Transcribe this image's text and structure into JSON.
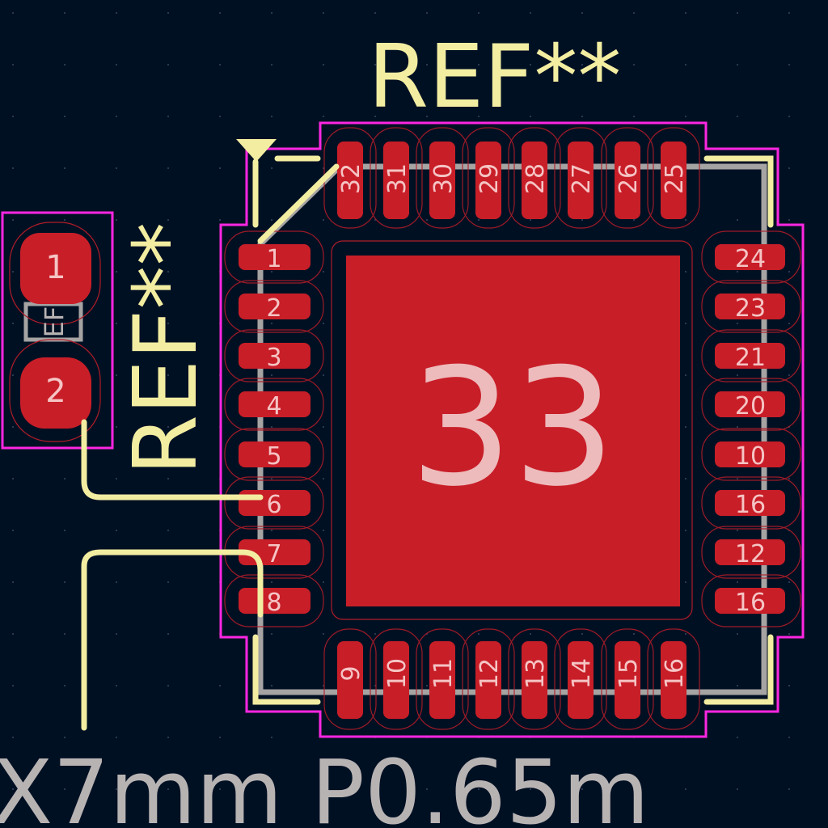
{
  "view": {
    "colors": {
      "background": "#001023",
      "pad": "#c81e28",
      "silkscreen": "#f2eda1",
      "courtyard": "#ff26e2",
      "fabrication": "#a6a3a3",
      "pad_number": "#f5c4c4"
    }
  },
  "qfn": {
    "reference": "REF**",
    "center_pad_number": "33",
    "left_pad_numbers": [
      "1",
      "2",
      "3",
      "4",
      "5",
      "6",
      "7",
      "8"
    ],
    "bottom_pad_numbers": [
      "9",
      "10",
      "11",
      "12",
      "13",
      "14",
      "15",
      "16"
    ],
    "right_pad_numbers": [
      "24",
      "23",
      "21",
      "20",
      "10",
      "16",
      "12",
      "16"
    ],
    "top_pad_numbers": [
      "32",
      "31",
      "30",
      "29",
      "28",
      "27",
      "26",
      "25"
    ]
  },
  "side_part": {
    "reference": "REF**",
    "fab_label": "EF",
    "pad_numbers": [
      "1",
      "2"
    ]
  },
  "footprint_value_text": "X7mm P0.65m"
}
